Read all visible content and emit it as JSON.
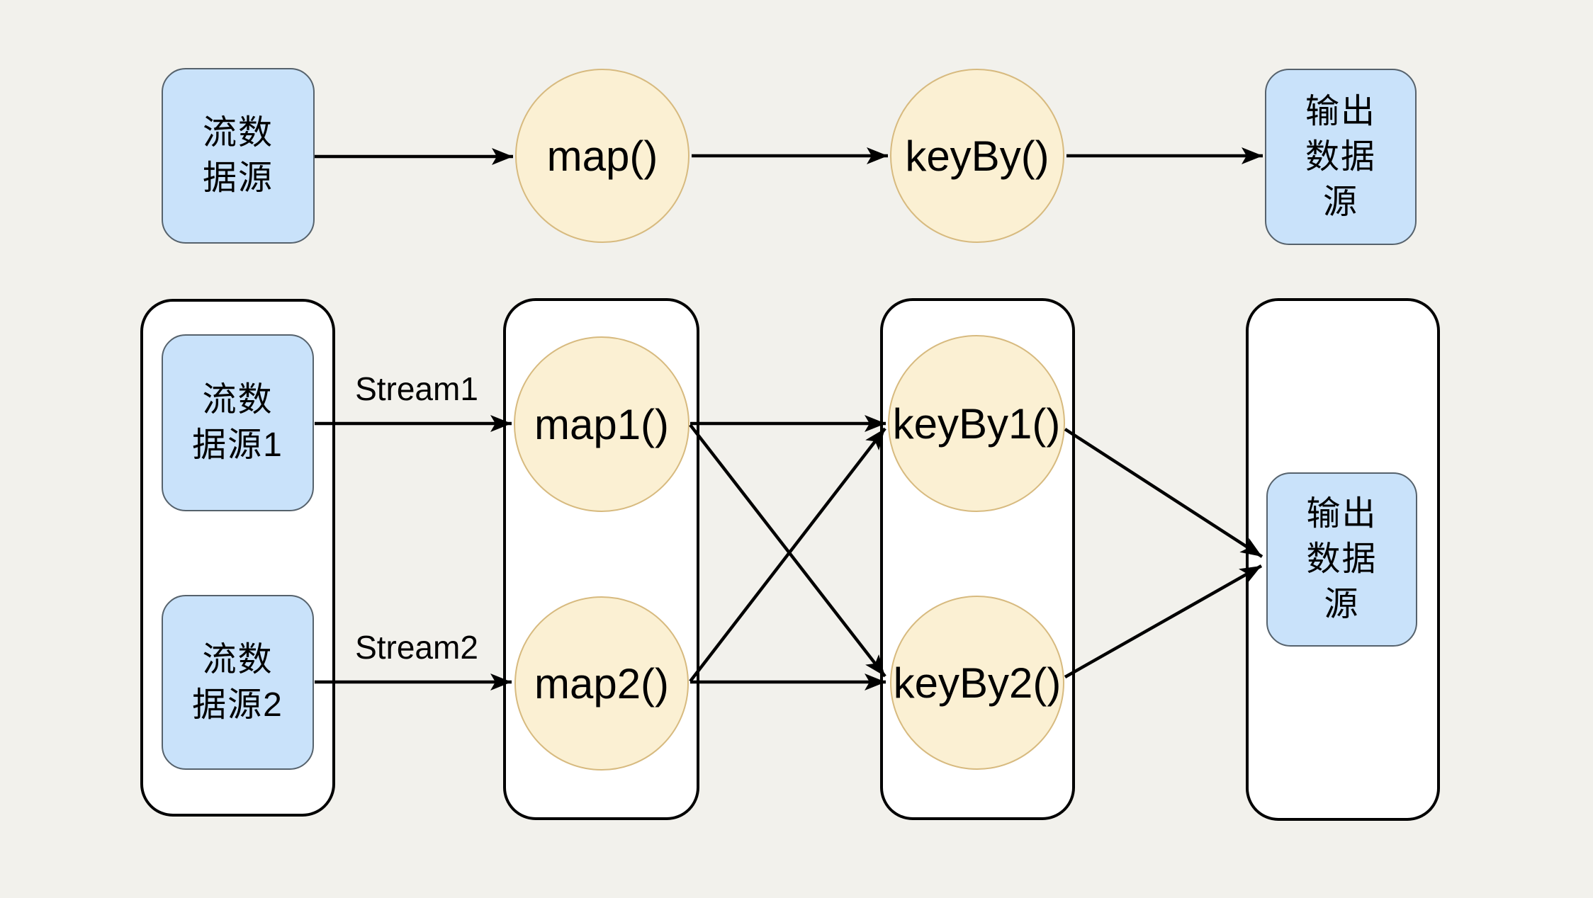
{
  "top_flow": {
    "source_label": "流数\n据源",
    "map_label": "map()",
    "keyby_label": "keyBy()",
    "sink_label": "输出\n数据\n源"
  },
  "parallel_flow": {
    "source1_label": "流数\n据源1",
    "source2_label": "流数\n据源2",
    "map1_label": "map1()",
    "map2_label": "map2()",
    "keyby1_label": "keyBy1()",
    "keyby2_label": "keyBy2()",
    "sink_label": "输出\n数据\n源",
    "stream1_label": "Stream1",
    "stream2_label": "Stream2"
  },
  "colors": {
    "background": "#F2F1EC",
    "source_node_fill": "#C9E2FA",
    "source_node_border": "#56626C",
    "operator_fill": "#FBF0D3",
    "operator_border": "#D7BA7F",
    "container_fill": "#FFFFFF",
    "container_border": "#000000",
    "edge_color": "#000000"
  }
}
